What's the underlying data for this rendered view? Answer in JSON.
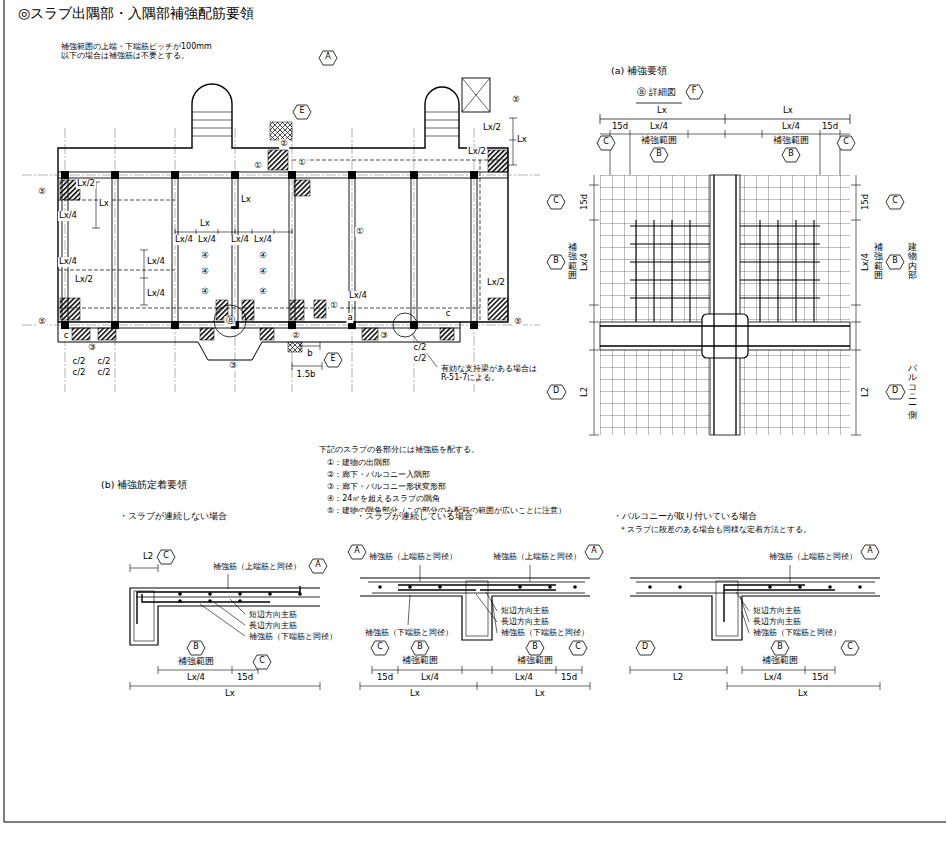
{
  "diagram": {
    "title": "◎スラブ出隅部・入隅部補強配筋要領",
    "nodes": [
      {
        "text": [
          "A"
        ]
      },
      {
        "text": [
          "E"
        ]
      },
      {
        "text": [
          "E"
        ]
      },
      {
        "text": [
          "F"
        ]
      },
      {
        "text": [
          "C"
        ]
      },
      {
        "text": [
          "B"
        ]
      },
      {
        "text": [
          "B"
        ]
      },
      {
        "text": [
          "C"
        ]
      },
      {
        "text": [
          "C"
        ]
      },
      {
        "text": [
          "B"
        ]
      },
      {
        "text": [
          "D"
        ]
      },
      {
        "text": [
          "C"
        ]
      },
      {
        "text": [
          "B"
        ]
      },
      {
        "text": [
          "D"
        ]
      },
      {
        "text": [
          "C"
        ]
      },
      {
        "text": [
          "A"
        ]
      },
      {
        "text": [
          "B"
        ]
      },
      {
        "text": [
          "C"
        ]
      },
      {
        "text": [
          "A"
        ]
      },
      {
        "text": [
          "A"
        ]
      },
      {
        "text": [
          "C"
        ]
      },
      {
        "text": [
          "B"
        ]
      },
      {
        "text": [
          "B"
        ]
      },
      {
        "text": [
          "C"
        ]
      },
      {
        "text": [
          "A"
        ]
      },
      {
        "text": [
          "D"
        ]
      },
      {
        "text": [
          "B"
        ]
      },
      {
        "text": [
          "C"
        ]
      }
    ],
    "labels": [
      "補強範囲の上端・下端筋ピッチが100mm 以下の場合は補強筋は不要とする。",
      "⑤",
      "Lx/2",
      "Lx/4",
      "Lx",
      "②",
      "①",
      "①",
      "Lx",
      "Lx/2",
      "Lx/2",
      "Lx",
      "⑤",
      "Lx",
      "Lx/4",
      "Lx/4",
      "Lx/4",
      "Lx/4",
      "Lx/4",
      "Lx/2",
      "Lx/4",
      "Lx/4",
      "①",
      "④",
      "④",
      "④",
      "④",
      "④",
      "④",
      "ⓐ",
      "Lx/2",
      "Lx/4",
      "①",
      "a",
      "②",
      "③",
      "⑤",
      "⑤",
      "c",
      "c",
      "③",
      "c/2",
      "c/2",
      "c/2",
      "c/2",
      "③",
      "b",
      "1.5b",
      "c/2",
      "c/2",
      "有効な支持梁がある場合は R-51-7による。",
      "下記のスラブの各部分には補強筋を配する。",
      "①：建物の出隅部",
      "②：廊下・バルコニー入隅部",
      "③：廊下・バルコニー形状変形部",
      "④：24㎡を超えるスラブの隅角",
      "⑤：建物の隅角部分（この部分のみ配筋の範囲が広いことに注意）",
      "(a) 補強要領",
      "ⓐ 詳細図",
      "Lx",
      "Lx",
      "15d",
      "Lx/4",
      "Lx/4",
      "15d",
      "補強範囲",
      "補強範囲",
      "15d",
      "Lx/4",
      "補強範囲",
      "L2",
      "15d",
      "Lx/4",
      "補強範囲",
      "建物内部",
      "L2",
      "バルコニー側",
      "(b) 補強筋定着要領",
      "・スラブが連続しない場合",
      "・スラブが連続している場合",
      "・バルコニーが取り付いている場合",
      "＊スラブに段差のある場合も同様な定着方法とする。",
      "L2",
      "補強筋（上端筋と同径）",
      "短辺方向主筋",
      "長辺方向主筋",
      "補強筋（下端筋と同径）",
      "補強範囲",
      "Lx/4",
      "15d",
      "Lx",
      "補強筋（上端筋と同径）",
      "補強筋（上端筋と同径）",
      "短辺方向主筋",
      "長辺方向主筋",
      "補強筋（下端筋と同径）",
      "補強筋（下端筋と同径）",
      "補強範囲",
      "補強範囲",
      "15d",
      "Lx/4",
      "Lx/4",
      "15d",
      "Lx",
      "Lx",
      "補強筋（上端筋と同径）",
      "短辺方向主筋",
      "長辺方向主筋",
      "補強筋（下端筋と同径）",
      "補強範囲",
      "L2",
      "Lx/4",
      "15d",
      "Lx"
    ]
  }
}
